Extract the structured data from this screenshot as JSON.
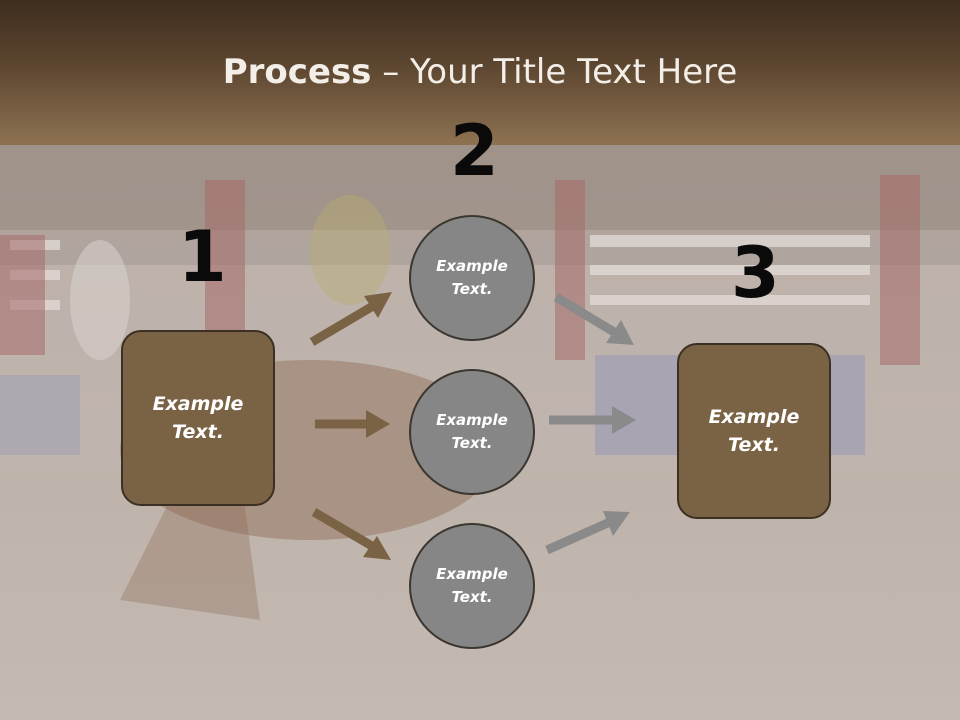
{
  "slide": {
    "title_bold": "Process",
    "title_rest": " – Your Title Text Here"
  },
  "steps": {
    "one": {
      "number": "1",
      "line1": "Example",
      "line2": "Text."
    },
    "two": {
      "number": "2"
    },
    "three": {
      "number": "3",
      "line1": "Example",
      "line2": "Text."
    }
  },
  "circles": [
    {
      "line1": "Example",
      "line2": "Text."
    },
    {
      "line1": "Example",
      "line2": "Text."
    },
    {
      "line1": "Example",
      "line2": "Text."
    }
  ],
  "colors": {
    "header": "#5d4630",
    "box_fill": "#7a6245",
    "circle_fill": "#868686",
    "arrow_brown": "#7a6245",
    "arrow_gray": "#8a8a8a"
  }
}
